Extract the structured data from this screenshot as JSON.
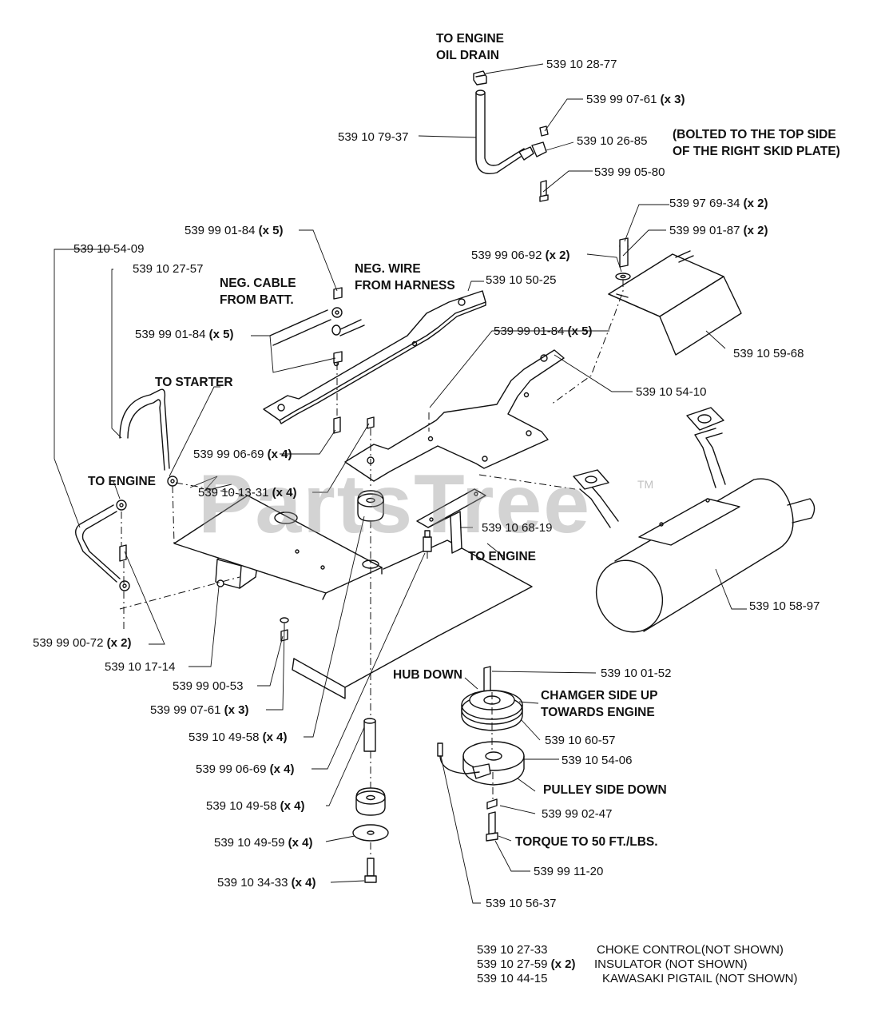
{
  "parts": [
    {
      "id": "p1",
      "number": "539 10 28-77",
      "qty": ""
    },
    {
      "id": "p2",
      "number": "539 99 07-61",
      "qty": "(x 3)"
    },
    {
      "id": "p3",
      "number": "539 10 79-37",
      "qty": ""
    },
    {
      "id": "p4",
      "number": "539 10 26-85",
      "qty": ""
    },
    {
      "id": "p5",
      "number": "539 99 05-80",
      "qty": ""
    },
    {
      "id": "p6",
      "number": "539 97 69-34",
      "qty": "(x 2)"
    },
    {
      "id": "p7",
      "number": "539 99 01-84",
      "qty": "(x 5)"
    },
    {
      "id": "p8",
      "number": "539 99 01-87",
      "qty": "(x 2)"
    },
    {
      "id": "p9",
      "number": "539 10 54-09",
      "qty": ""
    },
    {
      "id": "p10",
      "number": "539 99 06-92",
      "qty": "(x 2)"
    },
    {
      "id": "p11",
      "number": "539 10 27-57",
      "qty": ""
    },
    {
      "id": "p12",
      "number": "539 10 50-25",
      "qty": ""
    },
    {
      "id": "p13",
      "number": "539 99 01-84",
      "qty": "(x 5)"
    },
    {
      "id": "p14",
      "number": "539 99 01-84",
      "qty": "(x 5)"
    },
    {
      "id": "p15",
      "number": "539 10 59-68",
      "qty": ""
    },
    {
      "id": "p16",
      "number": "539 10 54-10",
      "qty": ""
    },
    {
      "id": "p17",
      "number": "539 99 06-69",
      "qty": "(x 4)"
    },
    {
      "id": "p18",
      "number": "539 10 13-31",
      "qty": "(x 4)"
    },
    {
      "id": "p19",
      "number": "539 10 68-19",
      "qty": ""
    },
    {
      "id": "p20",
      "number": "539 10 58-97",
      "qty": ""
    },
    {
      "id": "p21",
      "number": "539 99 00-72",
      "qty": "(x 2)"
    },
    {
      "id": "p22",
      "number": "539 10 17-14",
      "qty": ""
    },
    {
      "id": "p23",
      "number": "539 10 01-52",
      "qty": ""
    },
    {
      "id": "p24",
      "number": "539 99 00-53",
      "qty": ""
    },
    {
      "id": "p25",
      "number": "539 99 07-61",
      "qty": "(x 3)"
    },
    {
      "id": "p26",
      "number": "539 10 49-58",
      "qty": "(x 4)"
    },
    {
      "id": "p27",
      "number": "539 10 60-57",
      "qty": ""
    },
    {
      "id": "p28",
      "number": "539 10 54-06",
      "qty": ""
    },
    {
      "id": "p29",
      "number": "539 99 06-69",
      "qty": "(x 4)"
    },
    {
      "id": "p30",
      "number": "539 10 49-58",
      "qty": "(x 4)"
    },
    {
      "id": "p31",
      "number": "539 99 02-47",
      "qty": ""
    },
    {
      "id": "p32",
      "number": "539 10 49-59",
      "qty": "(x 4)"
    },
    {
      "id": "p33",
      "number": "539 99 11-20",
      "qty": ""
    },
    {
      "id": "p34",
      "number": "539 10 34-33",
      "qty": "(x 4)"
    },
    {
      "id": "p35",
      "number": "539 10 56-37",
      "qty": ""
    }
  ],
  "notes": [
    {
      "id": "n1",
      "text": "TO ENGINE\nOIL DRAIN"
    },
    {
      "id": "n2",
      "text": "(BOLTED TO THE TOP SIDE\nOF THE RIGHT SKID PLATE)"
    },
    {
      "id": "n3",
      "text": "NEG. WIRE\nFROM HARNESS"
    },
    {
      "id": "n4",
      "text": "NEG. CABLE\nFROM BATT."
    },
    {
      "id": "n5",
      "text": "TO STARTER"
    },
    {
      "id": "n6",
      "text": "TO ENGINE"
    },
    {
      "id": "n7",
      "text": "TO ENGINE"
    },
    {
      "id": "n8",
      "text": "HUB DOWN"
    },
    {
      "id": "n9",
      "text": "CHAMGER SIDE UP\nTOWARDS ENGINE"
    },
    {
      "id": "n10",
      "text": "PULLEY SIDE DOWN"
    },
    {
      "id": "n11",
      "text": "TORQUE TO 50 FT./LBS."
    }
  ],
  "watermark": {
    "text": "PartsTree",
    "tm": "TM"
  },
  "not_shown": [
    {
      "number": "539 10 27-33",
      "qty": "",
      "description": "CHOKE CONTROL(NOT SHOWN)"
    },
    {
      "number": "539 10 27-59",
      "qty": "(x 2)",
      "description": "INSULATOR (NOT SHOWN)"
    },
    {
      "number": "539 10 44-15",
      "qty": "",
      "description": "KAWASAKI PIGTAIL (NOT SHOWN)"
    }
  ]
}
